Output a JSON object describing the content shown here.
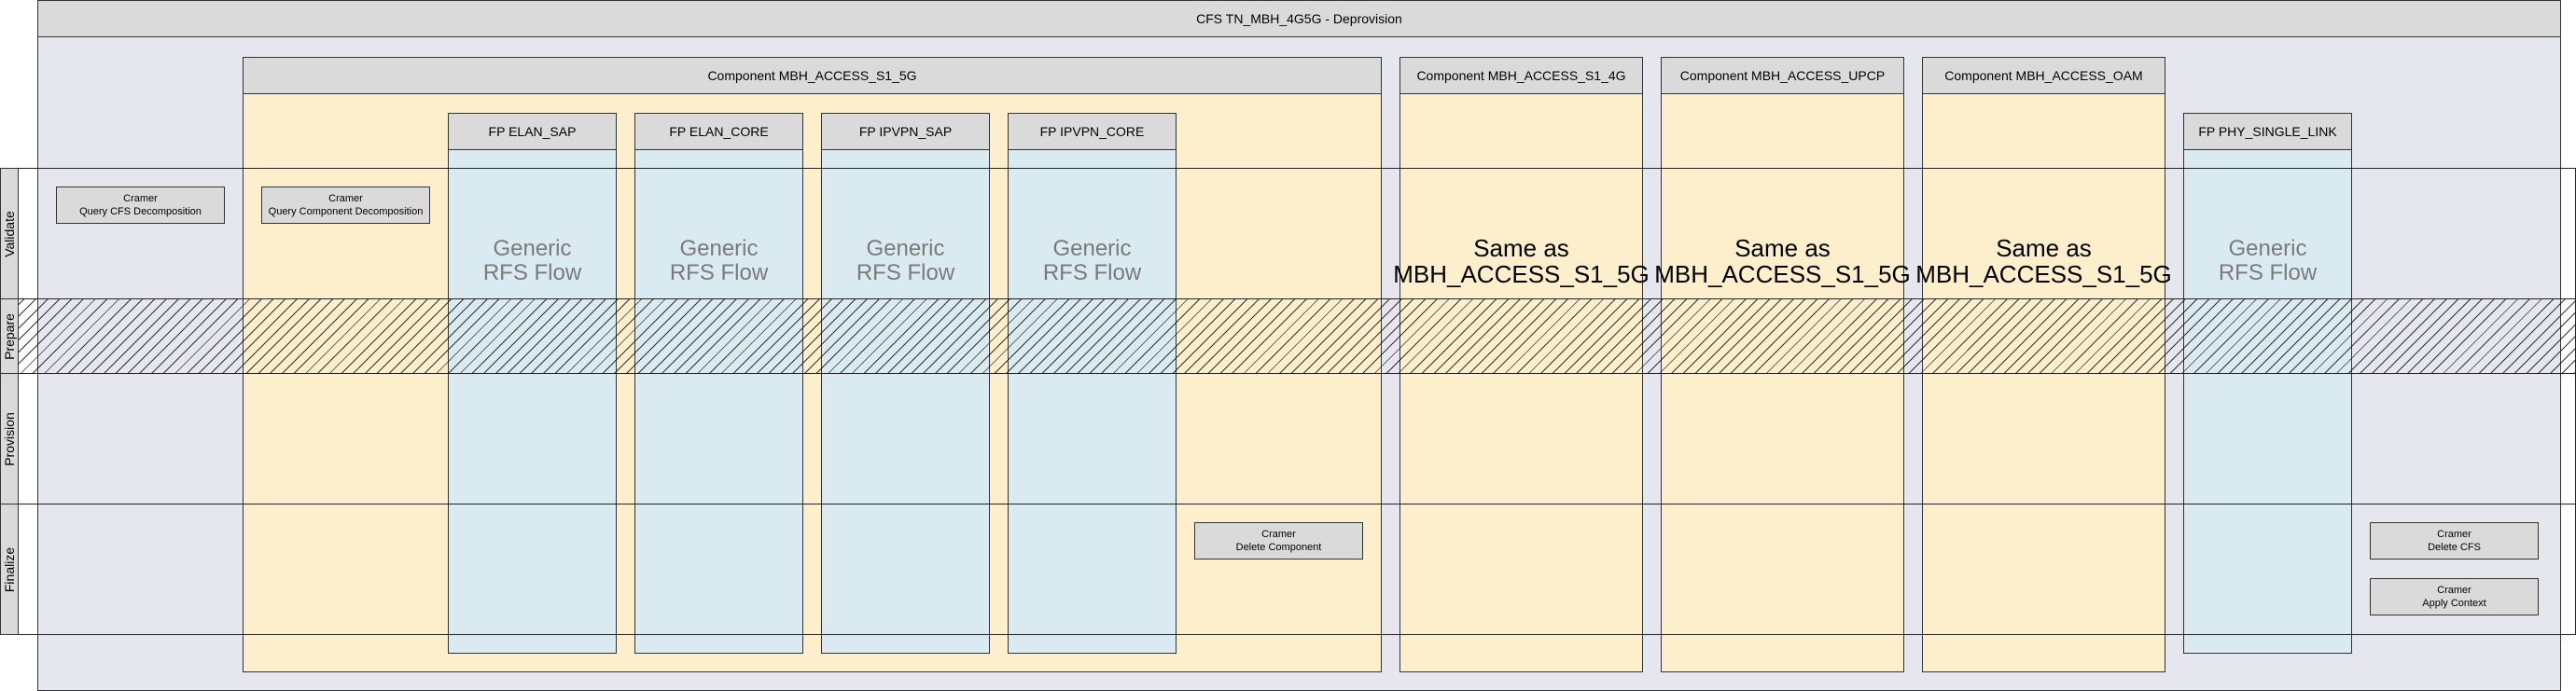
{
  "title": "CFS TN_MBH_4G5G - Deprovision",
  "lanes": [
    "Validate",
    "Prepare",
    "Provision",
    "Finalize"
  ],
  "components": {
    "s1_5g": "Component MBH_ACCESS_S1_5G",
    "s1_4g": "Component MBH_ACCESS_S1_4G",
    "upcp": "Component MBH_ACCESS_UPCP",
    "oam": "Component MBH_ACCESS_OAM"
  },
  "fps": {
    "elan_sap": "FP ELAN_SAP",
    "elan_core": "FP ELAN_CORE",
    "ipvpn_sap": "FP IPVPN_SAP",
    "ipvpn_core": "FP IPVPN_CORE",
    "phy_single_link": "FP PHY_SINGLE_LINK"
  },
  "generic_flow": {
    "line1": "Generic",
    "line2": "RFS Flow"
  },
  "same_as": {
    "line1": "Same as",
    "line2": "MBH_ACCESS_S1_5G"
  },
  "tasks": {
    "query_cfs": {
      "system": "Cramer",
      "action": "Query CFS Decomposition"
    },
    "query_component": {
      "system": "Cramer",
      "action": "Query Component Decomposition"
    },
    "delete_component": {
      "system": "Cramer",
      "action": "Delete Component"
    },
    "delete_cfs": {
      "system": "Cramer",
      "action": "Delete CFS"
    },
    "apply_context": {
      "system": "Cramer",
      "action": "Apply Context"
    }
  }
}
